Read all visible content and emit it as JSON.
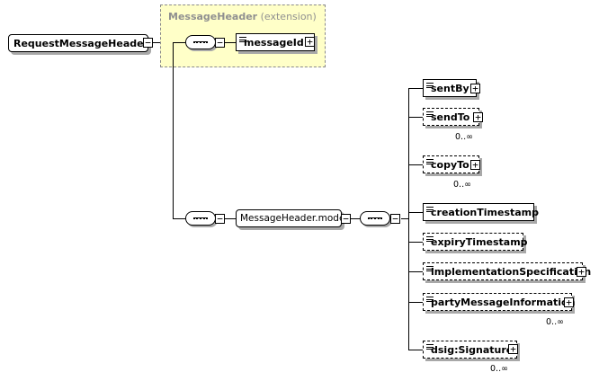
{
  "root": {
    "label": "RequestMessageHeader",
    "expander": "−"
  },
  "extension": {
    "name": "MessageHeader",
    "note": "(extension)"
  },
  "message_id": {
    "label": "messageId",
    "expander": "+"
  },
  "model": {
    "label": "MessageHeader.model",
    "expander": "−"
  },
  "elements": [
    {
      "label": "sentBy",
      "expander": "+",
      "optional": false,
      "cardinality": ""
    },
    {
      "label": "sendTo",
      "expander": "+",
      "optional": true,
      "cardinality": "0..∞"
    },
    {
      "label": "copyTo",
      "expander": "+",
      "optional": true,
      "cardinality": "0..∞"
    },
    {
      "label": "creationTimestamp",
      "expander": "",
      "optional": false,
      "cardinality": ""
    },
    {
      "label": "expiryTimestamp",
      "expander": "",
      "optional": true,
      "cardinality": ""
    },
    {
      "label": "implementationSpecification",
      "expander": "+",
      "optional": true,
      "cardinality": ""
    },
    {
      "label": "partyMessageInformation",
      "expander": "+",
      "optional": true,
      "cardinality": "0..∞"
    },
    {
      "label": "dsig:Signature",
      "expander": "+",
      "optional": true,
      "cardinality": "0..∞"
    }
  ],
  "sequence_expander": "−"
}
